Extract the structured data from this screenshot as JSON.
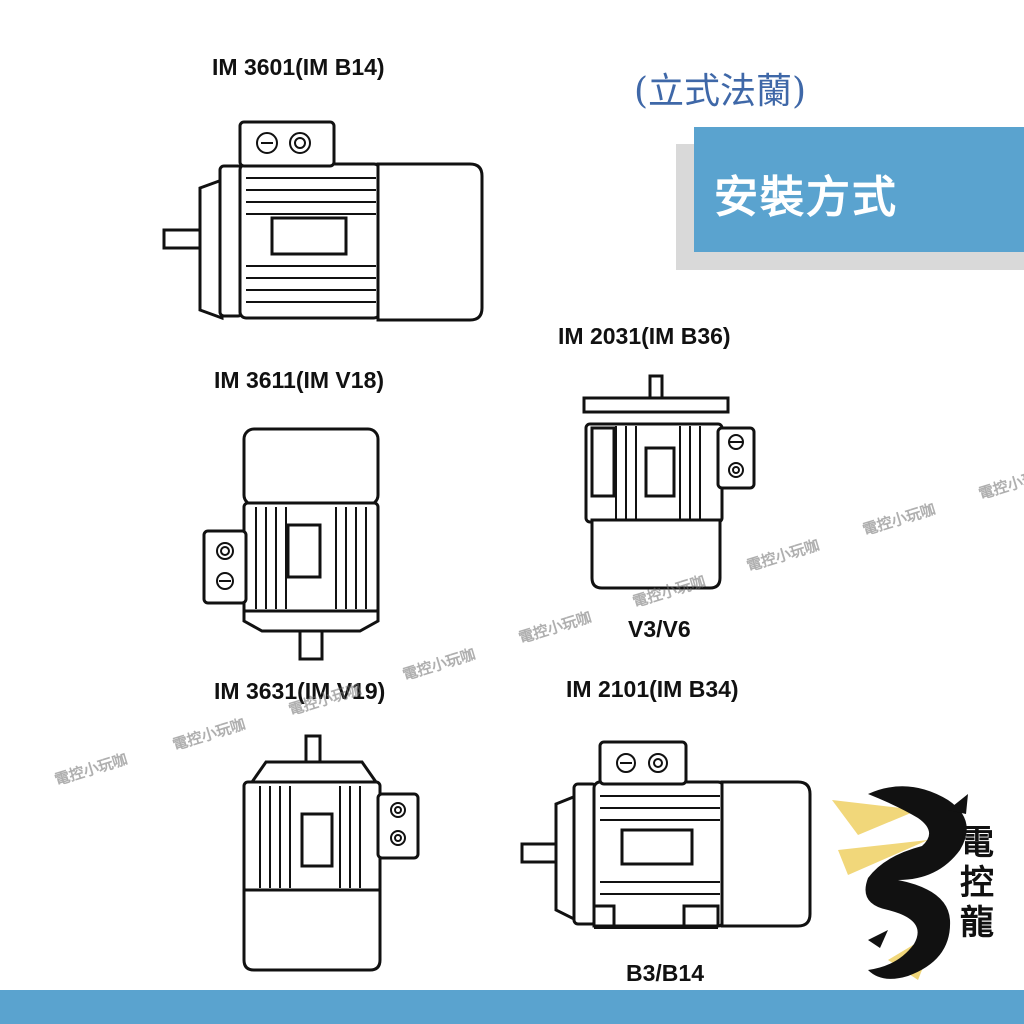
{
  "header": {
    "subtitle": "(立式法蘭)",
    "banner_title": "安裝方式"
  },
  "motors": {
    "im3601": {
      "label": "IM 3601(IM B14)"
    },
    "im3611": {
      "label": "IM 3611(IM V18)"
    },
    "im2031": {
      "label": "IM 2031(IM B36)",
      "caption": "V3/V6"
    },
    "im3631": {
      "label": "IM 3631(IM V19)"
    },
    "im2101": {
      "label": "IM 2101(IM B34)",
      "caption": "B3/B14"
    }
  },
  "watermark": {
    "text": "電控小玩咖"
  },
  "logo": {
    "chars": [
      "電",
      "控",
      "龍"
    ],
    "icon": "dragon-icon"
  },
  "colors": {
    "accent": "#5aa3cf",
    "subtitle": "#3f68a8",
    "banner_shadow": "#d9d9d9"
  }
}
